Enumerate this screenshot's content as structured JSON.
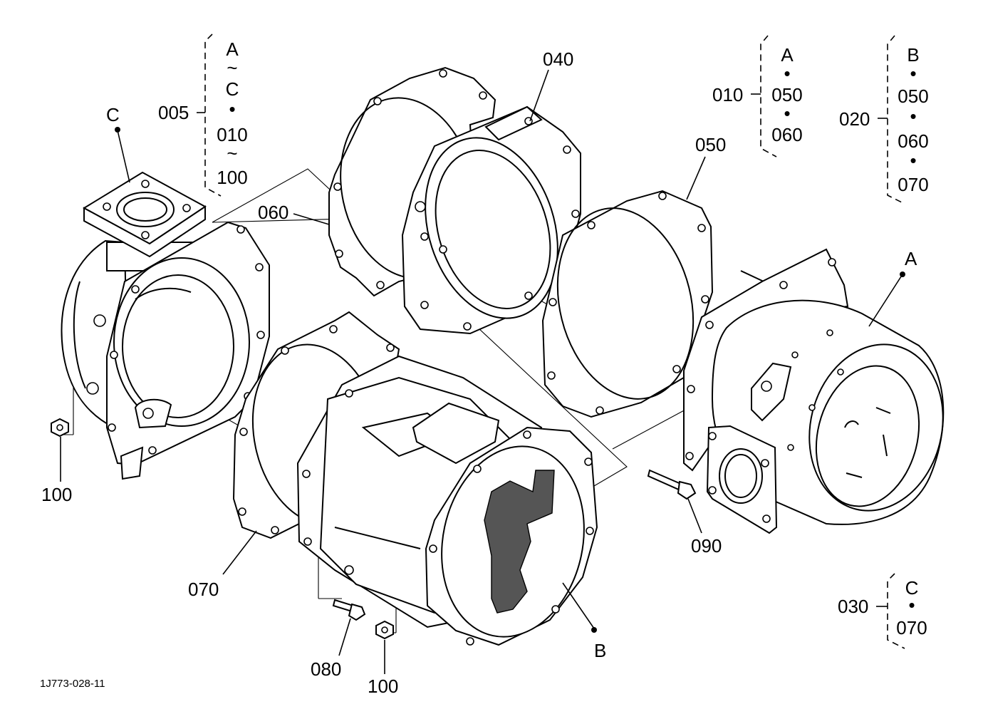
{
  "drawing_number": "1J773-028-11",
  "callouts": {
    "c005": "005",
    "c010": "010",
    "c020": "020",
    "c030": "030",
    "c040": "040",
    "c050": "050",
    "c060": "060",
    "c070": "070",
    "c080": "080",
    "c090": "090",
    "c100_left": "100",
    "c100_bottom": "100"
  },
  "reference_points": {
    "a": "A",
    "b": "B",
    "c": "C"
  },
  "groups": {
    "g005": [
      "A",
      "~",
      "C",
      "•",
      "010",
      "~",
      "100"
    ],
    "g010": [
      "A",
      "•",
      "050",
      "•",
      "060"
    ],
    "g020": [
      "B",
      "•",
      "050",
      "•",
      "060",
      "•",
      "070"
    ],
    "g030": [
      "C",
      "•",
      "070"
    ]
  }
}
